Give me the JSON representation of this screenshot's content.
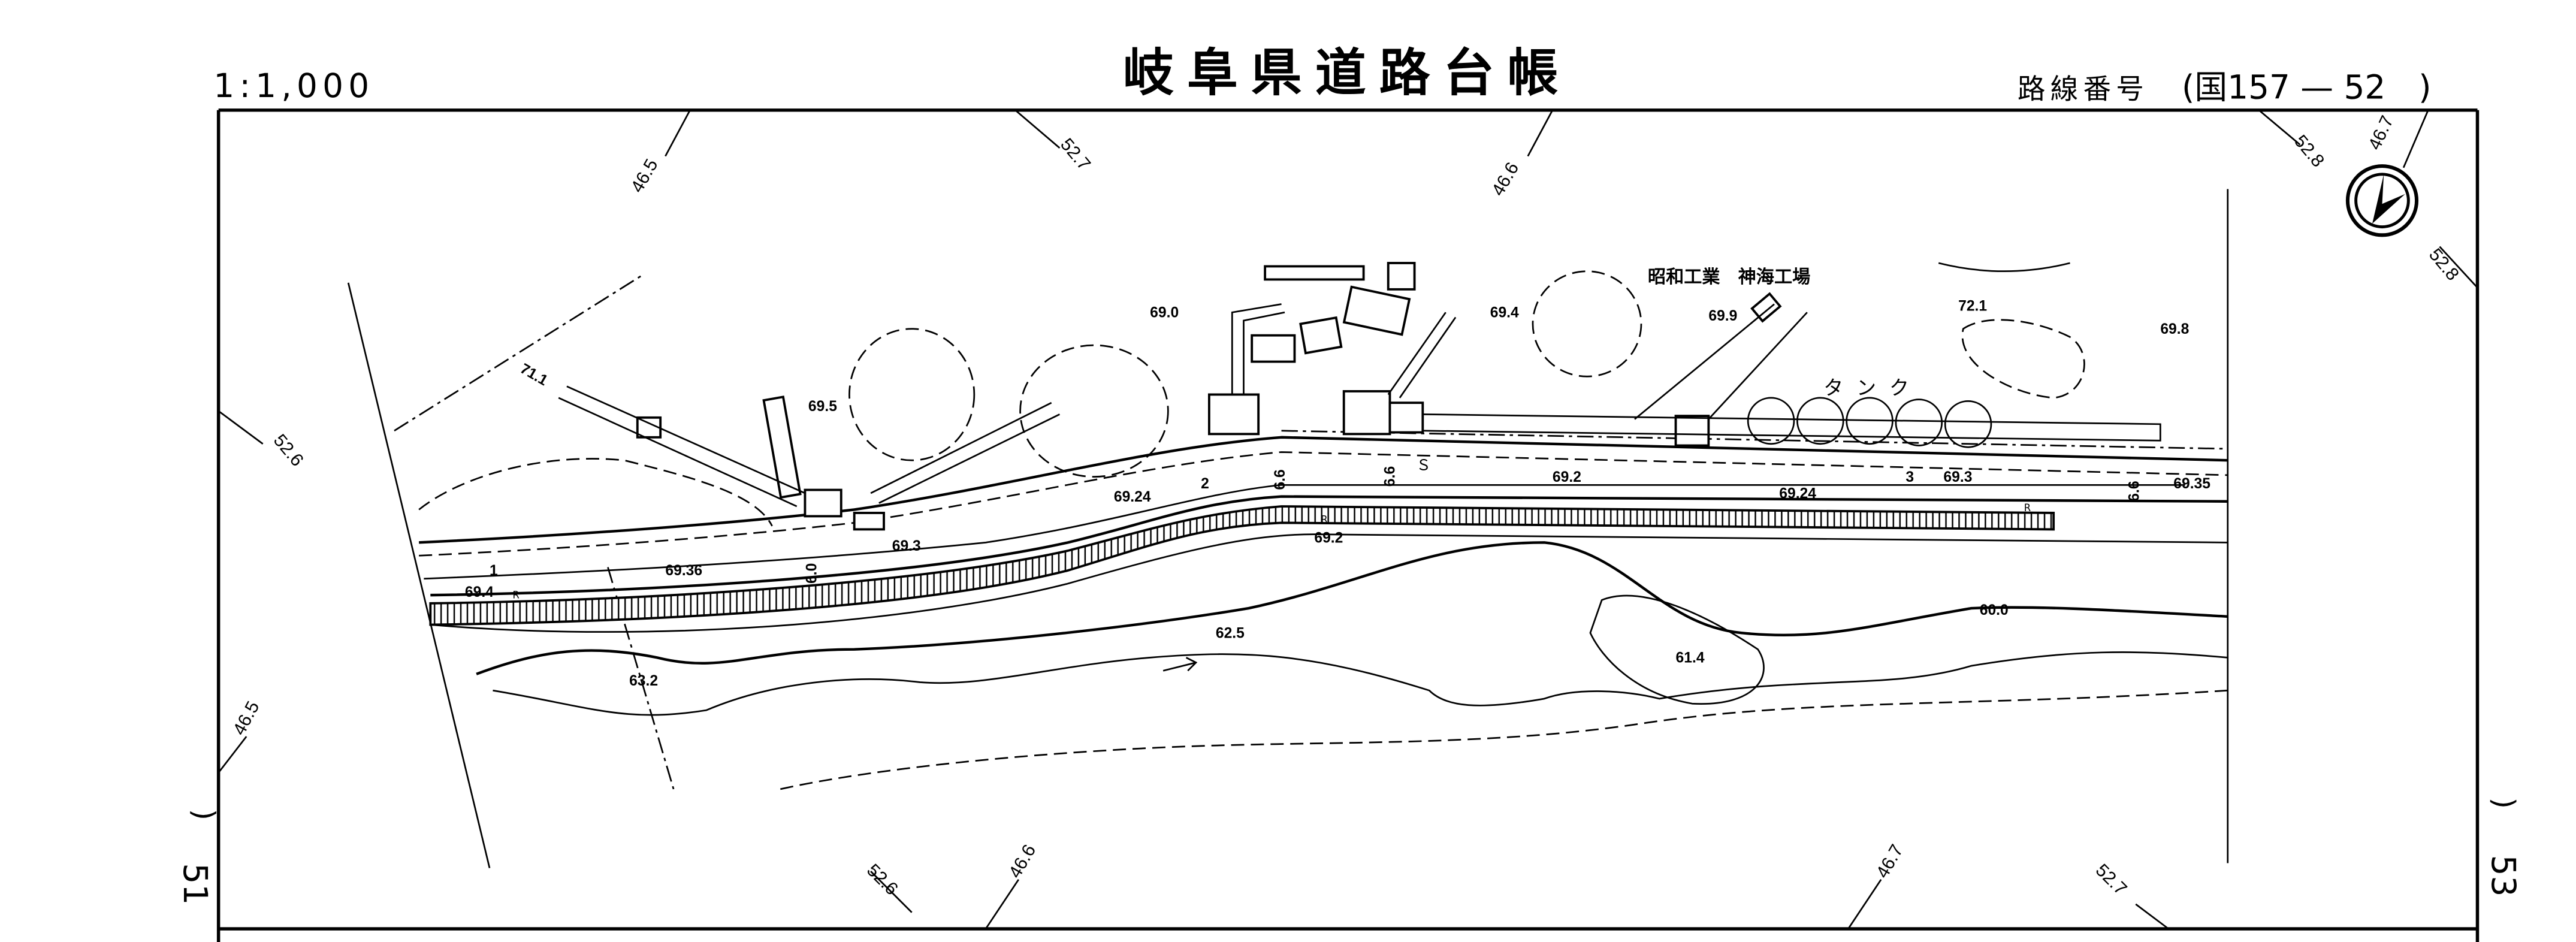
{
  "header": {
    "scale": "1:1,000",
    "title": "岐阜県道路台帳",
    "route_label": "路線番号",
    "route_number": "(国157 — 52　)"
  },
  "sheet_numbers": {
    "left": "51",
    "right": "53",
    "left_paren": ")",
    "right_paren": ")"
  },
  "annotations": {
    "company": "昭和工業　神海工場",
    "tanks": "タンク",
    "signal": "Ｓ",
    "curve_marks": [
      "R",
      "R",
      "R"
    ]
  },
  "stations": [
    "1",
    "2",
    "3"
  ],
  "centerline_elevations": [
    "69.36",
    "69.24",
    "69.2",
    "69.24",
    "69.3",
    "69.35"
  ],
  "spot_elevations": [
    "69.0",
    "69.4",
    "69.9",
    "72.1",
    "69.8",
    "69.5",
    "71.1",
    "69.4",
    "69.3",
    "69.2",
    "62.5",
    "63.2",
    "61.4",
    "60.0"
  ],
  "road_widths": [
    "6.0",
    "6.6",
    "6.6",
    "6.6"
  ],
  "grid_labels": [
    "46.5",
    "52.7",
    "46.6",
    "52.8",
    "46.7",
    "52.8",
    "52.6",
    "46.5",
    "52.6",
    "46.6",
    "46.7",
    "52.7"
  ],
  "north_arrow": "north-arrow-icon"
}
